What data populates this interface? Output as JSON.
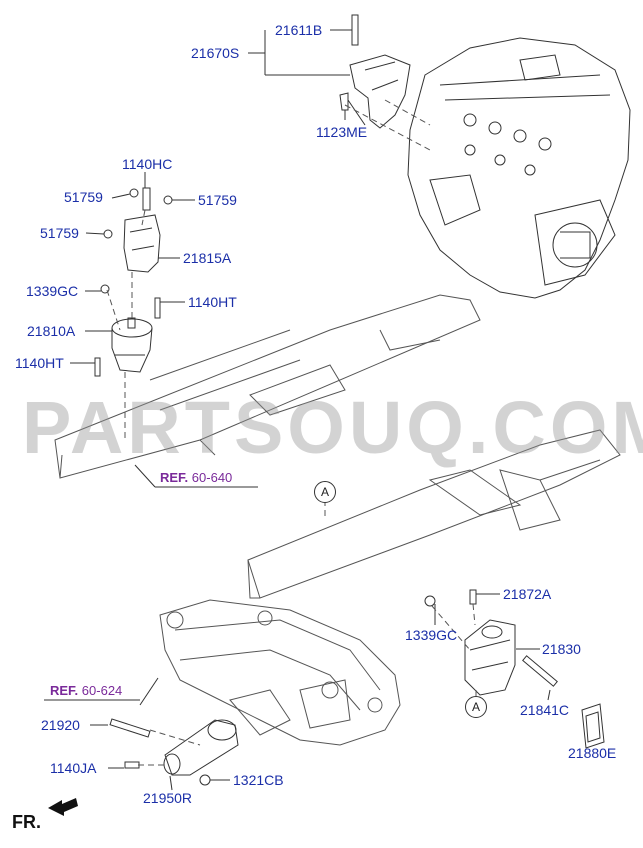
{
  "colors": {
    "part_number": "#1b2fa8",
    "reference": "#7a2a9a",
    "line": "#333333",
    "watermark": "#9a9a9a"
  },
  "parts": {
    "p21611B": "21611B",
    "p21670S": "21670S",
    "p1123ME": "1123ME",
    "p1140HC": "1140HC",
    "p51759_a": "51759",
    "p51759_b": "51759",
    "p51759_c": "51759",
    "p21815A": "21815A",
    "p1339GC_a": "1339GC",
    "p1140HT_a": "1140HT",
    "p21810A": "21810A",
    "p1140HT_b": "1140HT",
    "p21872A": "21872A",
    "p1339GC_b": "1339GC",
    "p21830": "21830",
    "p21841C": "21841C",
    "p21880E": "21880E",
    "p21920": "21920",
    "p1140JA": "1140JA",
    "p1321CB": "1321CB",
    "p21950R": "21950R"
  },
  "refs": {
    "ref1_key": "REF.",
    "ref1_val": "60-640",
    "ref2_key": "REF.",
    "ref2_val": "60-624"
  },
  "callouts": {
    "a_top": "A",
    "a_bottom": "A"
  },
  "watermark": "PARTSOUQ.COM",
  "direction_label": "FR."
}
